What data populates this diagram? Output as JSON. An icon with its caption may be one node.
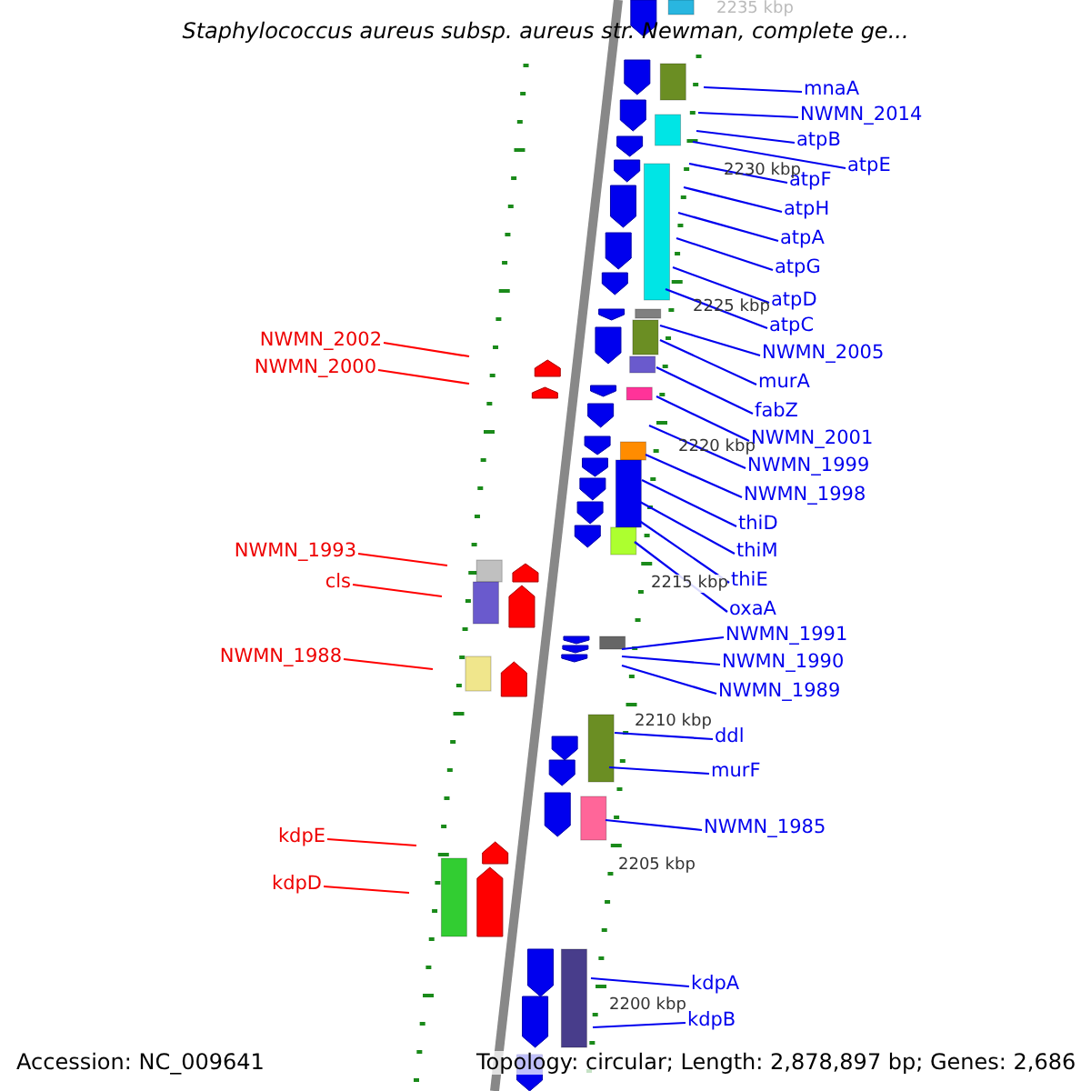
{
  "diagram": {
    "title": "Staphylococcus aureus subsp. aureus str. Newman, complete ge...",
    "nodes": [
      {
        "text": [
          "mnaA"
        ]
      },
      {
        "text": [
          "NWMN_2014"
        ]
      },
      {
        "text": [
          "atpB"
        ]
      },
      {
        "text": [
          "atpE"
        ]
      },
      {
        "text": [
          "atpF"
        ]
      },
      {
        "text": [
          "atpH"
        ]
      },
      {
        "text": [
          "atpA"
        ]
      },
      {
        "text": [
          "atpG"
        ]
      },
      {
        "text": [
          "atpD"
        ]
      },
      {
        "text": [
          "atpC"
        ]
      },
      {
        "text": [
          "NWMN_2005"
        ]
      },
      {
        "text": [
          "murA"
        ]
      },
      {
        "text": [
          "fabZ"
        ]
      },
      {
        "text": [
          "NWMN_2001"
        ]
      },
      {
        "text": [
          "NWMN_1999"
        ]
      },
      {
        "text": [
          "NWMN_1998"
        ]
      },
      {
        "text": [
          "thiD"
        ]
      },
      {
        "text": [
          "thiM"
        ]
      },
      {
        "text": [
          "thiE"
        ]
      },
      {
        "text": [
          "oxaA"
        ]
      },
      {
        "text": [
          "NWMN_1991"
        ]
      },
      {
        "text": [
          "NWMN_1990"
        ]
      },
      {
        "text": [
          "NWMN_1989"
        ]
      },
      {
        "text": [
          "ddl"
        ]
      },
      {
        "text": [
          "murF"
        ]
      },
      {
        "text": [
          "NWMN_1985"
        ]
      },
      {
        "text": [
          "kdpA"
        ]
      },
      {
        "text": [
          "kdpB"
        ]
      },
      {
        "text": [
          "NWMN_2002"
        ]
      },
      {
        "text": [
          "NWMN_2000"
        ]
      },
      {
        "text": [
          "NWMN_1993"
        ]
      },
      {
        "text": [
          "cls"
        ]
      },
      {
        "text": [
          "NWMN_1988"
        ]
      },
      {
        "text": [
          "kdpE"
        ]
      },
      {
        "text": [
          "kdpD"
        ]
      }
    ],
    "edges": [
      {
        "from": 0,
        "to": null,
        "arrow": "none"
      },
      {
        "from": 1,
        "to": null,
        "arrow": "none"
      },
      {
        "from": 2,
        "to": null,
        "arrow": "none"
      },
      {
        "from": 3,
        "to": null,
        "arrow": "none"
      },
      {
        "from": 4,
        "to": null,
        "arrow": "none"
      },
      {
        "from": 5,
        "to": null,
        "arrow": "none"
      },
      {
        "from": 6,
        "to": null,
        "arrow": "none"
      },
      {
        "from": 7,
        "to": null,
        "arrow": "none"
      },
      {
        "from": 8,
        "to": null,
        "arrow": "none"
      },
      {
        "from": 9,
        "to": null,
        "arrow": "none"
      },
      {
        "from": 10,
        "to": null,
        "arrow": "none"
      },
      {
        "from": 11,
        "to": null,
        "arrow": "none"
      },
      {
        "from": 12,
        "to": null,
        "arrow": "none"
      },
      {
        "from": 13,
        "to": null,
        "arrow": "none"
      },
      {
        "from": 14,
        "to": null,
        "arrow": "none"
      },
      {
        "from": 15,
        "to": null,
        "arrow": "none"
      },
      {
        "from": 16,
        "to": null,
        "arrow": "none"
      },
      {
        "from": 17,
        "to": null,
        "arrow": "none"
      },
      {
        "from": 18,
        "to": null,
        "arrow": "none"
      },
      {
        "from": 19,
        "to": null,
        "arrow": "none"
      },
      {
        "from": 20,
        "to": null,
        "arrow": "none"
      },
      {
        "from": 21,
        "to": null,
        "arrow": "none"
      },
      {
        "from": 22,
        "to": null,
        "arrow": "none"
      },
      {
        "from": 23,
        "to": null,
        "arrow": "none"
      },
      {
        "from": 24,
        "to": null,
        "arrow": "none"
      },
      {
        "from": 25,
        "to": null,
        "arrow": "none"
      },
      {
        "from": 26,
        "to": null,
        "arrow": "none"
      },
      {
        "from": 27,
        "to": null,
        "arrow": "none"
      },
      {
        "from": 28,
        "to": null,
        "arrow": "none",
        "color": "#ff0000"
      },
      {
        "from": 29,
        "to": null,
        "arrow": "none",
        "color": "#ff0000"
      },
      {
        "from": 30,
        "to": null,
        "arrow": "none",
        "color": "#ff0000"
      },
      {
        "from": 31,
        "to": null,
        "arrow": "none",
        "color": "#ff0000"
      },
      {
        "from": 32,
        "to": null,
        "arrow": "none",
        "color": "#ff0000"
      },
      {
        "from": 33,
        "to": null,
        "arrow": "none",
        "color": "#ff0000"
      },
      {
        "from": 34,
        "to": null,
        "arrow": "none",
        "color": "#ff0000"
      }
    ],
    "labels": [
      "2235 kbp",
      "2230 kbp",
      "2225 kbp",
      "2220 kbp",
      "2215 kbp",
      "2210 kbp",
      "2205 kbp",
      "2200 kbp",
      "Accession: NC_009641",
      "Topology: circular; Length: 2,878,897 bp; Genes: 2,686"
    ]
  }
}
